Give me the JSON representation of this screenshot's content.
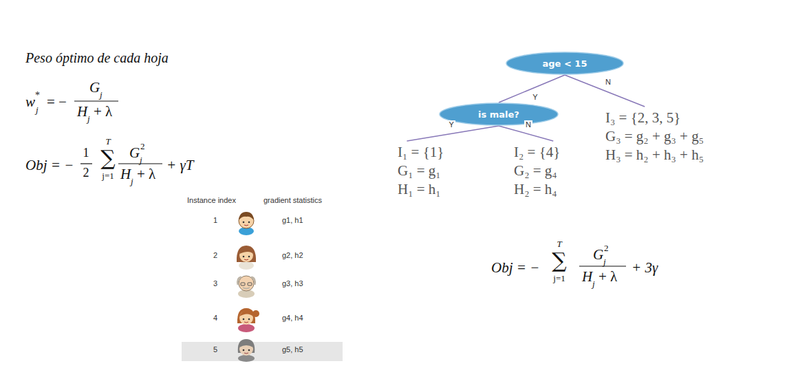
{
  "diagram": {
    "nodes": [
      {
        "text": [
          "age < 15"
        ]
      },
      {
        "text": [
          "is male?"
        ]
      },
      {
        "text": [
          "I₁ = {1}",
          "G₁ = g₁",
          "H₁ = h₁"
        ]
      },
      {
        "text": [
          "I₂ = {4}",
          "G₂ = g₄",
          "H₂ = h₄"
        ]
      },
      {
        "text": [
          "I₃ = {2, 3, 5}",
          "G₃ = g₂ + g₃ + g₅",
          "H₃ = h₂ + h₃ + h₅"
        ]
      }
    ],
    "edges": [
      {
        "from": 0,
        "to": 1,
        "label": "Y",
        "arrow": "none"
      },
      {
        "from": 0,
        "to": 4,
        "label": "N",
        "arrow": "none"
      },
      {
        "from": 1,
        "to": 2,
        "label": "Y",
        "arrow": "none"
      },
      {
        "from": 1,
        "to": 3,
        "label": "N",
        "arrow": "none"
      }
    ],
    "labels": [
      "Peso óptimo de cada hoja",
      "w",
      "j",
      "*",
      "= −",
      "G",
      "j",
      "H",
      "j",
      "+ λ",
      "Obj = −",
      "1",
      "2",
      "T",
      "∑",
      "j=1",
      "G",
      "j",
      "2",
      "H",
      "j",
      "+ λ",
      "+ γT",
      "Instance index",
      "gradient statistics",
      "1",
      "g1, h1",
      "2",
      "g2, h2",
      "3",
      "g3, h3",
      "4",
      "g4, h4",
      "5",
      "g5, h5",
      "Obj = −",
      "T",
      "∑",
      "j=1",
      "G",
      "j",
      "2",
      "H",
      "j",
      "+ λ",
      "+ 3γ"
    ]
  }
}
